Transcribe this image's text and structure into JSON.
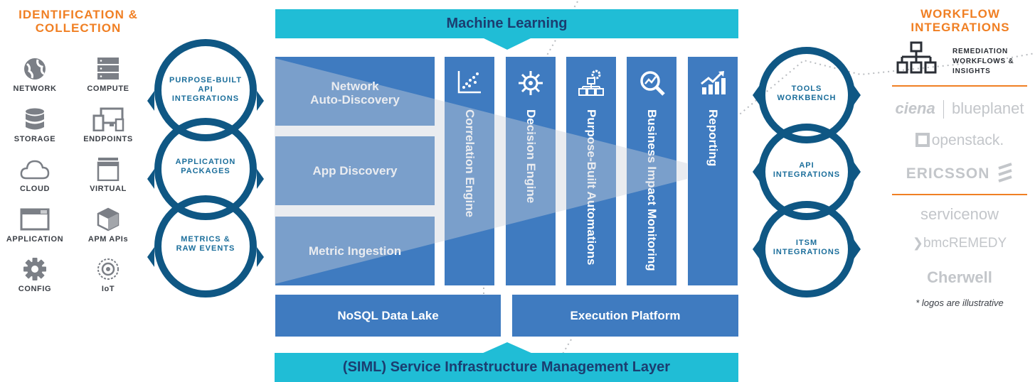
{
  "left": {
    "title_line1": "IDENTIFICATION &",
    "title_line2": "COLLECTION",
    "sources": [
      {
        "label": "NETWORK",
        "icon": "globe-icon"
      },
      {
        "label": "COMPUTE",
        "icon": "server-icon"
      },
      {
        "label": "STORAGE",
        "icon": "database-icon"
      },
      {
        "label": "ENDPOINTS",
        "icon": "devices-icon"
      },
      {
        "label": "CLOUD",
        "icon": "cloud-icon"
      },
      {
        "label": "VIRTUAL",
        "icon": "window-stack-icon"
      },
      {
        "label": "APPLICATION",
        "icon": "app-window-icon"
      },
      {
        "label": "APM APIs",
        "icon": "cube-icon"
      },
      {
        "label": "CONFIG",
        "icon": "gear-icon"
      },
      {
        "label": "IoT",
        "icon": "iot-icon"
      }
    ]
  },
  "left_rings": [
    {
      "line1": "PURPOSE-BUILT",
      "line2": "API",
      "line3": "INTEGRATIONS"
    },
    {
      "line1": "APPLICATION",
      "line2": "PACKAGES"
    },
    {
      "line1": "METRICS &",
      "line2": "RAW EVENTS"
    }
  ],
  "center": {
    "top_bar": "Machine Learning",
    "bottom_bar": "(SIML) Service Infrastructure Management Layer",
    "left_blocks": [
      {
        "line1": "Network",
        "line2": "Auto-Discovery"
      },
      {
        "line1": "App Discovery"
      },
      {
        "line1": "Metric Ingestion"
      }
    ],
    "columns": [
      {
        "label": "Correlation Engine",
        "icon": "scatter-plot-icon"
      },
      {
        "label": "Decision Engine",
        "icon": "hub-icon"
      },
      {
        "label": "Purpose-Built Automations",
        "icon": "org-chart-gear-icon"
      },
      {
        "label": "Business Impact Monitoring",
        "icon": "magnifier-chart-icon"
      },
      {
        "label": "Reporting",
        "icon": "bar-chart-icon"
      }
    ],
    "platform_left": "NoSQL Data Lake",
    "platform_right": "Execution Platform"
  },
  "right_rings": [
    {
      "line1": "TOOLS",
      "line2": "WORKBENCH"
    },
    {
      "line1": "API",
      "line2": "INTEGRATIONS"
    },
    {
      "line1": "ITSM",
      "line2": "INTEGRATIONS"
    }
  ],
  "right": {
    "title_line1": "WORKFLOW",
    "title_line2": "INTEGRATIONS",
    "remediation_line1": "REMEDIATION",
    "remediation_line2": "WORKFLOWS &",
    "remediation_line3": "INSIGHTS",
    "logos": [
      "ciena",
      "blueplanet",
      "openstack.",
      "ERICSSON",
      "servicenow",
      "bmcREMEDY",
      "Cherwell"
    ],
    "footnote": "* logos are illustrative"
  },
  "colors": {
    "accent_orange": "#f07f23",
    "cyan": "#20bdd6",
    "block_blue": "#3f7bc0",
    "ring_navy": "#0f5784",
    "icon_gray": "#7b7f86"
  }
}
